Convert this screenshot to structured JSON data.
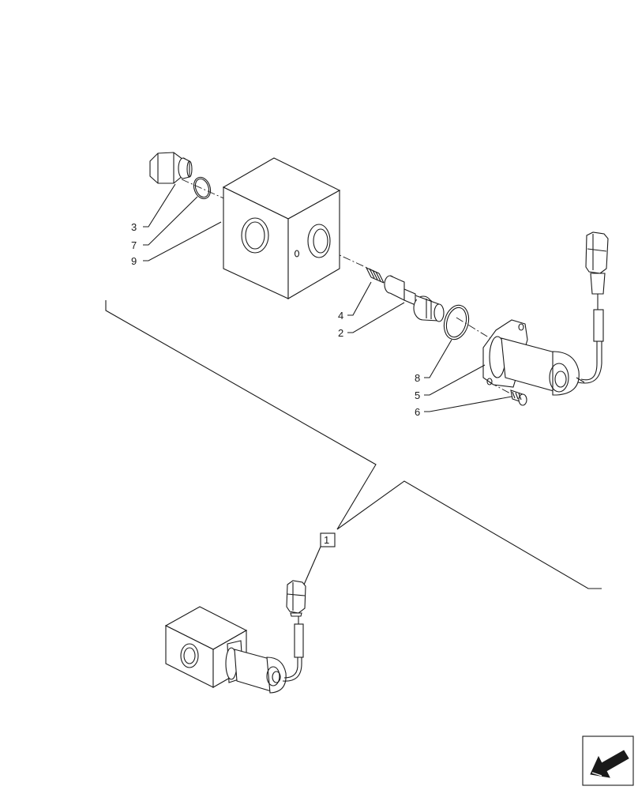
{
  "callouts": {
    "c3": "3",
    "c7": "7",
    "c9": "9",
    "c4": "4",
    "c2": "2",
    "c8": "8",
    "c5": "5",
    "c6": "6",
    "c1": "1"
  },
  "icons": {
    "corner": "direction-arrow-icon"
  },
  "colors": {
    "ink": "#1a1a1a",
    "paper": "#ffffff"
  }
}
